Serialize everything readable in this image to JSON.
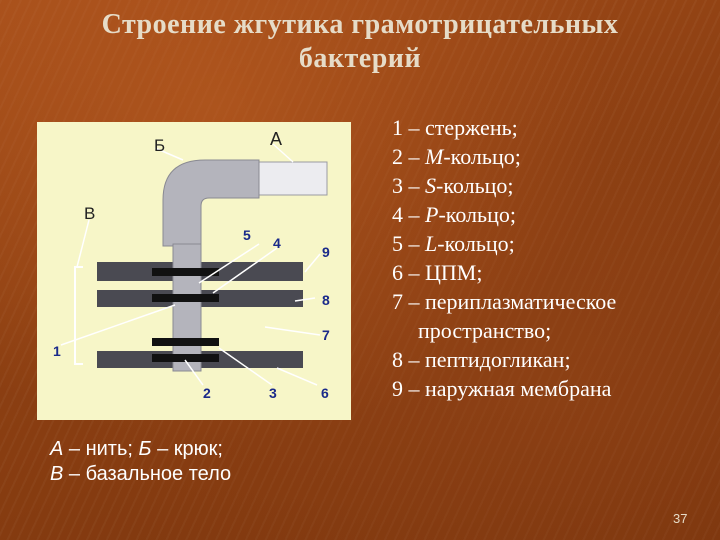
{
  "slide": {
    "title_line1": "Строение жгутика грамотрицательных",
    "title_line2": "бактерий",
    "page_number": "37"
  },
  "diagram": {
    "labels": {
      "A": "А",
      "B": "Б",
      "V": "В",
      "n1": "1",
      "n2": "2",
      "n3": "3",
      "n4": "4",
      "n5": "5",
      "n6": "6",
      "n7": "7",
      "n8": "8",
      "n9": "9"
    }
  },
  "caption": {
    "a_letter": "А",
    "a_text": " – нить; ",
    "b_letter": "Б",
    "b_text": " – крюк;",
    "v_letter": "В",
    "v_text": " – базальное тело"
  },
  "legend": {
    "l1_num": "1 – ",
    "l1_text": "стержень;",
    "l2_num": "2 – ",
    "l2_var": "M",
    "l2_text": "-кольцо;",
    "l3_num": "3 – ",
    "l3_var": "S",
    "l3_text": "-кольцо;",
    "l4_num": "4 – ",
    "l4_var": "P",
    "l4_text": "-кольцо;",
    "l5_num": "5 – ",
    "l5_var": "L",
    "l5_text": "-кольцо;",
    "l6_num": "6 – ",
    "l6_text": "ЦПМ;",
    "l7_num": "7 – ",
    "l7_text": "периплазматическое",
    "l7_cont": "пространство;",
    "l8_num": "8 – ",
    "l8_text": "пептидогликан;",
    "l9_num": "9 – ",
    "l9_text": "наружная мембрана"
  },
  "colors": {
    "background": "#8c3f12",
    "title": "#e6dcc8",
    "diagram_bg": "#f7f6c8",
    "membrane": "#4a4a52",
    "rod": "#b4b4bc",
    "ring": "#111111"
  }
}
